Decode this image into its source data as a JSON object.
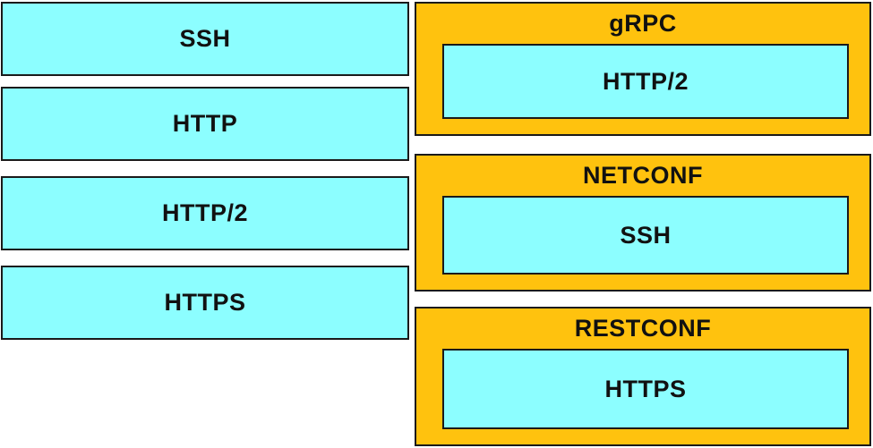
{
  "palette": {
    "cyan": "#8CFEFF",
    "orange": "#FFC20E",
    "border": "#1A1A1A",
    "text": "#111111"
  },
  "drag_items": [
    {
      "label": "SSH"
    },
    {
      "label": "HTTP"
    },
    {
      "label": "HTTP/2"
    },
    {
      "label": "HTTPS"
    }
  ],
  "drop_groups": [
    {
      "title": "gRPC",
      "value": "HTTP/2"
    },
    {
      "title": "NETCONF",
      "value": "SSH"
    },
    {
      "title": "RESTCONF",
      "value": "HTTPS"
    }
  ]
}
